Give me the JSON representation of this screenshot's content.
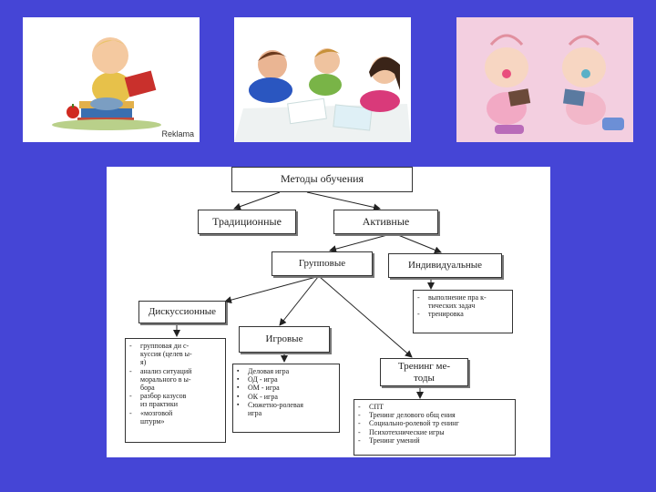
{
  "photos": {
    "watermark": "Reklama"
  },
  "diagram": {
    "root": "Методы обучения",
    "traditional": "Традиционные",
    "active": "Активные",
    "group": "Групповые",
    "individual": "Индивидуальные",
    "discussion": "Дискуссионные",
    "game": "Игровые",
    "training": "Тренинг ме-\nтоды",
    "individual_items": [
      "выполнение пра к-\nтических задач",
      "тренировка"
    ],
    "discussion_items": [
      "групповая ди с-\nкуссия (целев ы-\nя)",
      "анализ ситуаций\nморального в ы-\nбора",
      "разбор казусов\nиз практики",
      "«мозговой\nштурм»"
    ],
    "game_items": [
      "Деловая игра",
      "ОД - игра",
      "ОМ - игра",
      "ОК - игра",
      "Сюжетно-ролевая\nигра"
    ],
    "training_items": [
      "СПТ",
      "Тренинг делового общ ения",
      "Социально-ролевой тр енинг",
      "Психотехнические игры",
      "Тренинг умений"
    ]
  }
}
